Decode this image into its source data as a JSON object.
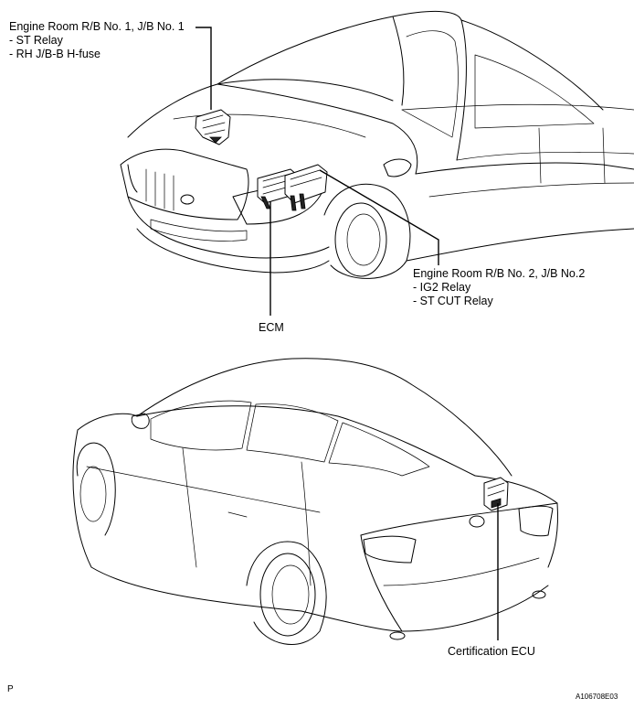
{
  "labels": {
    "jb1": {
      "title": "Engine Room R/B No. 1, J/B No. 1",
      "items": [
        "- ST Relay",
        "- RH J/B-B H-fuse"
      ]
    },
    "jb2": {
      "title": "Engine Room R/B No. 2, J/B No.2",
      "items": [
        "- IG2 Relay",
        "- ST CUT Relay"
      ]
    },
    "ecm": "ECM",
    "cert_ecu": "Certification ECU"
  },
  "corner_code": "P",
  "figure_id": "A106708E03"
}
